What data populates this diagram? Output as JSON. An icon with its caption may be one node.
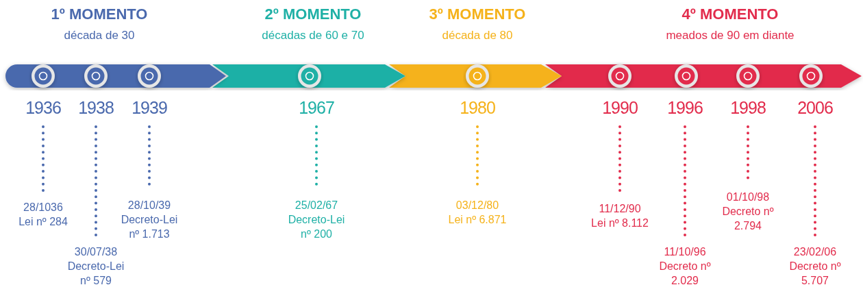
{
  "diagram": {
    "nodes": [
      {
        "text": [
          "1936"
        ]
      },
      {
        "text": [
          "28/1036",
          "Lei nº 284"
        ]
      },
      {
        "text": [
          "1938"
        ]
      },
      {
        "text": [
          "30/07/38",
          "Decreto-Lei nº 579"
        ]
      },
      {
        "text": [
          "1939"
        ]
      },
      {
        "text": [
          "28/10/39",
          "Decreto-Lei nº 1.713"
        ]
      },
      {
        "text": [
          "1967"
        ]
      },
      {
        "text": [
          "25/02/67",
          "Decreto-Lei nº 200"
        ]
      },
      {
        "text": [
          "1980"
        ]
      },
      {
        "text": [
          "03/12/80",
          "Lei nº 6.871"
        ]
      },
      {
        "text": [
          "1990"
        ]
      },
      {
        "text": [
          "11/12/90",
          "Lei nº 8.112"
        ]
      },
      {
        "text": [
          "1996"
        ]
      },
      {
        "text": [
          "11/10/96",
          "Decreto nº 2.029"
        ]
      },
      {
        "text": [
          "1998"
        ]
      },
      {
        "text": [
          "01/10/98",
          "Decreto nº 2.794"
        ]
      },
      {
        "text": [
          "2006"
        ]
      },
      {
        "text": [
          "23/02/06",
          "Decreto nº 5.707"
        ]
      }
    ],
    "edges": [
      {
        "from": 0,
        "to": 1,
        "arrow": "none",
        "style": "dashed",
        "color": "#4a69ad"
      },
      {
        "from": 2,
        "to": 3,
        "arrow": "none",
        "style": "dashed",
        "color": "#4a69ad"
      },
      {
        "from": 4,
        "to": 5,
        "arrow": "none",
        "style": "dashed",
        "color": "#4a69ad"
      },
      {
        "from": 6,
        "to": 7,
        "arrow": "none",
        "style": "dashed",
        "color": "#1fb0a6"
      },
      {
        "from": 8,
        "to": 9,
        "arrow": "none",
        "style": "dashed",
        "color": "#f5b21a"
      },
      {
        "from": 10,
        "to": 11,
        "arrow": "none",
        "style": "dashed"
      },
      {
        "from": 12,
        "to": 13,
        "arrow": "none",
        "style": "dashed"
      },
      {
        "from": 14,
        "to": 15,
        "arrow": "none",
        "style": "dashed"
      },
      {
        "from": 16,
        "to": 17,
        "arrow": "none",
        "style": "dashed"
      }
    ],
    "labels": [
      "1º MOMENTO",
      "década de 30",
      "2º MOMENTO",
      "décadas de 60 e 70",
      "3º MOMENTO",
      "década de 80",
      "4º MOMENTO",
      "meados de 90 em diante"
    ]
  }
}
